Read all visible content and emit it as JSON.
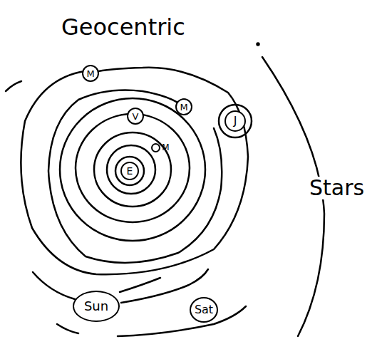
{
  "diagram": {
    "title": "Geocentric",
    "nodes": [
      {
        "text": [
          "M"
        ]
      },
      {
        "text": [
          "V"
        ]
      },
      {
        "text": [
          "M"
        ]
      },
      {
        "text": [
          "J"
        ]
      },
      {
        "text": [
          "M"
        ]
      },
      {
        "text": [
          "E"
        ]
      },
      {
        "text": [
          "Sun"
        ]
      },
      {
        "text": [
          "Sat"
        ]
      }
    ],
    "labels": [
      "Stars"
    ]
  }
}
